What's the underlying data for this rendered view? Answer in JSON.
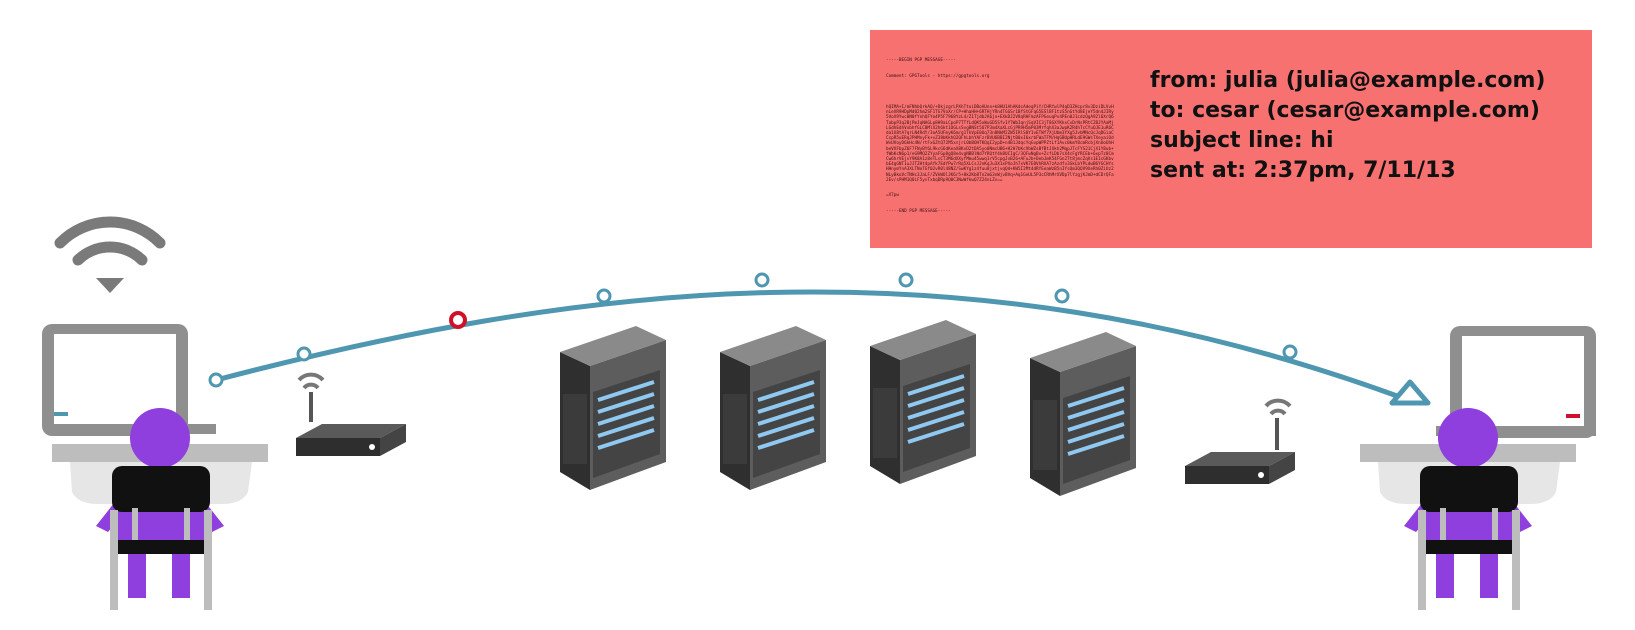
{
  "message": {
    "pgp_header": "-----BEGIN PGP MESSAGE-----",
    "pgp_comment": "Comment: GPGTools - https://gpgtools.org",
    "pgp_body": "hQIMA+I/mFNhbQrkAQ/+DkjzgrLPXhTtoiDBoAUnn+k8HU1AhAKdcAdeqPiY/CHRfwlP4qD3ZHcpr8v3DziDLVvHnLeXR9HDpMd02hm2SF1TG7VoXr/CP+HhaHH+6RTHjYRn4TGGSr1BfStGFqG5ESlBF1tzS5nGtYd8EjeY5dn4JIRy5VoX9Ywc0N0fYnhQFYo4P5F7968YzL4/Z1TjdbJA6jn+EXkDJ2V8qRHFmzAFPGeuqPv4PEn0J1cdzQgA92l6XrQ6TabpP3q2BjPmJqNAGLp8H9aLCpoP7TTfLdQK5xWuGD5Sfv1Y7WbIqnjSqVIC3jT8GXYKkxCvDrNsPRtC2BJYAaMjLGdhEdhVxbhfGLC0MlX2h6kt1OGLsSvgBNSt5U7P3m4XaXLcGjPR9H5mP03MrfqhX3aJwpK2R4hTcCYuQJE1uR6Cda1X8tA7qrLN4RdY/3oA5UFmyK6m/g1TkVpE0Uq73n8NkM2ZW5IRlS0Y1vETWf7XjUbm3YXg5JvbMNcQcJqDGiaCCcpR5uERqJPHMnyFk+vZ38bKkhQ2QFhLbhYAFzrBVU6BBI2NjtB0xI6xrbFWaTFM/HqGBUpHRLdE9GWsTXeyaiOdWvUVoyD6kHc4N/rtFxGZtQ72M5xsjrL0bBOHTKQqI2ypD+n4B1JdqcYqGvpWPPZtLf1Avc0kmY8cmRcbjXnUoUhHbeVXFbpZ6F7FNyBY6L9kcG6dKeaX8KvD2tDA5yo0NmcUB6+H2H7bKcVbWZsBfBtJXkh2MqpJTcFYS21CjX1Y8ub+fWbKcN6p1/eG9MQ2ZYyaFGp8gQ8e4vgNBBlNd7YRQtY4k8UCIgC/3QFwNgBx+ZcfLDb7sX4cFgYRCEb+6xpTz8CmCw6hrVEjvY9K8A1z8eTLsCT3M6dXXyfMmu45wwq1rV5cpgJvB26+AFuJb+DebJmK54FGn2Tt8jmcZqVs1E1cGKbvbE4gGNT1uJJTZHt4pAfk7EdYPw7rRq5XLCsJJnKqJu3X1xPXoJh7xVK7E0VhRXA7zAzdfv3SkLbYPLdwB6YGCHYsHHnymYnA3XLTNoTGf02vR0l48NZ/SwKYg1z4fuu8jxtjvqQd+KW5I2Mt4dRYEeaWzB5nIYsQm3QQV9XeRh0ZiUz2NLyBkoVcTNHc3JaLF/ZVkWOlJK6r5+8k2Kb8Tn2mG3nWjvBVq+Aq1GeUL5P3cCRhMrXVDp7lYzgjKJmD+dCDrQFa2Ev/sPHM1Q0iF5yvTxbqDRp9Q0C3NwWfkwQ7Z24nLZv==",
    "pgp_tail": "=X7pw",
    "pgp_footer": "-----END PGP MESSAGE-----",
    "from": "from: julia (julia@example.com)",
    "to": "to: cesar (cesar@example.com)",
    "subject": "subject line: hi",
    "sent": "sent at: 2:37pm, 7/11/13"
  },
  "colors": {
    "message_box": "#f87171",
    "path_line": "#4f97b0",
    "highlight_node": "#d01028",
    "person": "#8f3fdd",
    "laptop": "#9aa0a6",
    "server": "#5f5f5f",
    "server_lights": "#8fc8f0"
  },
  "icons": [
    "wifi-icon",
    "laptop-icon",
    "router-icon",
    "server-icon",
    "person-icon",
    "arrow-icon"
  ]
}
